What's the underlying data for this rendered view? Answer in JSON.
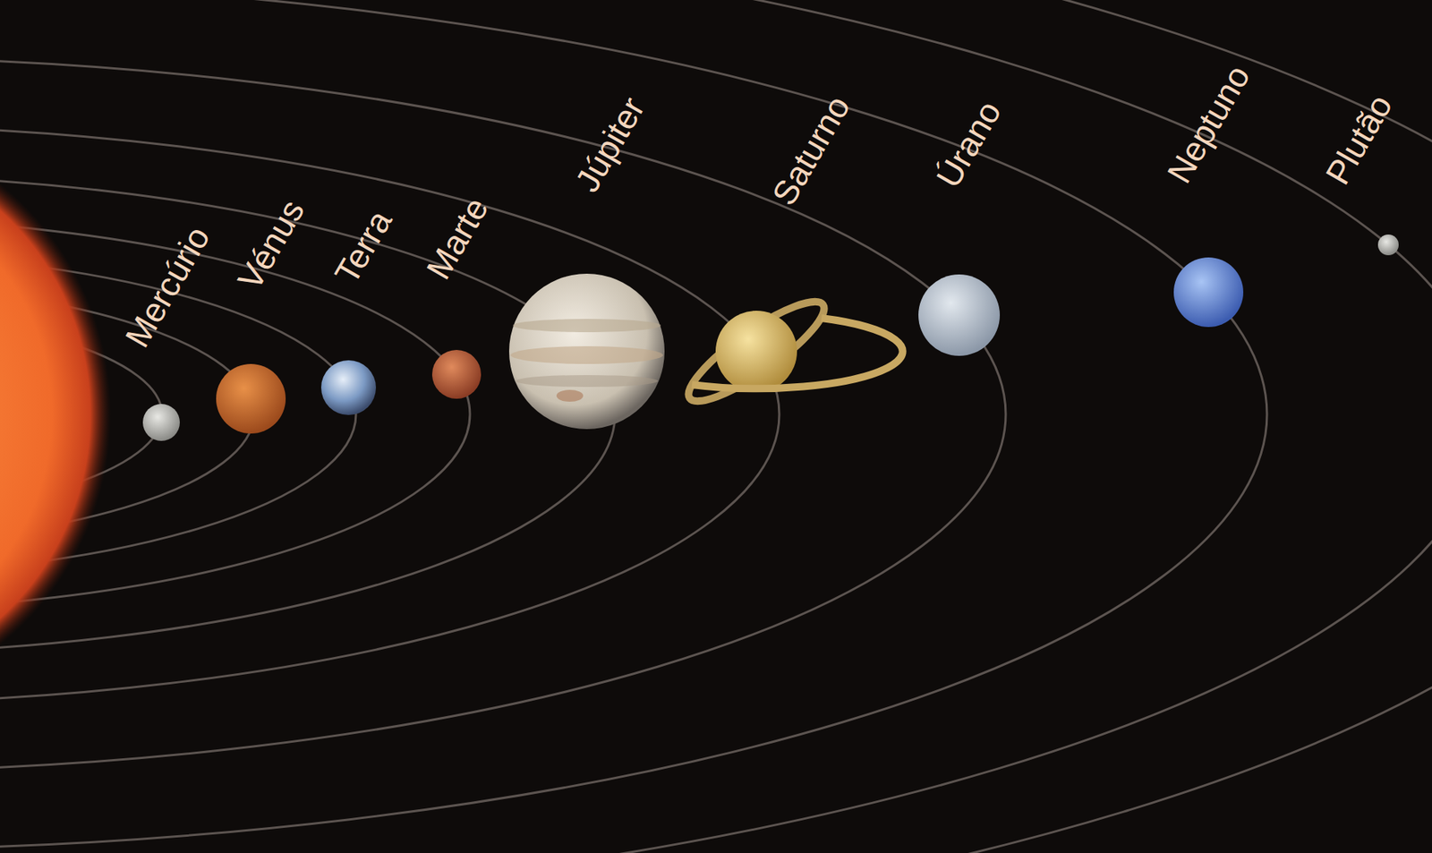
{
  "diagram": {
    "labels": [
      "Mercúrio",
      "Vénus",
      "Terra",
      "Marte",
      "Júpiter",
      "Saturno",
      "Úrano",
      "Neptuno",
      "Plutão"
    ]
  }
}
